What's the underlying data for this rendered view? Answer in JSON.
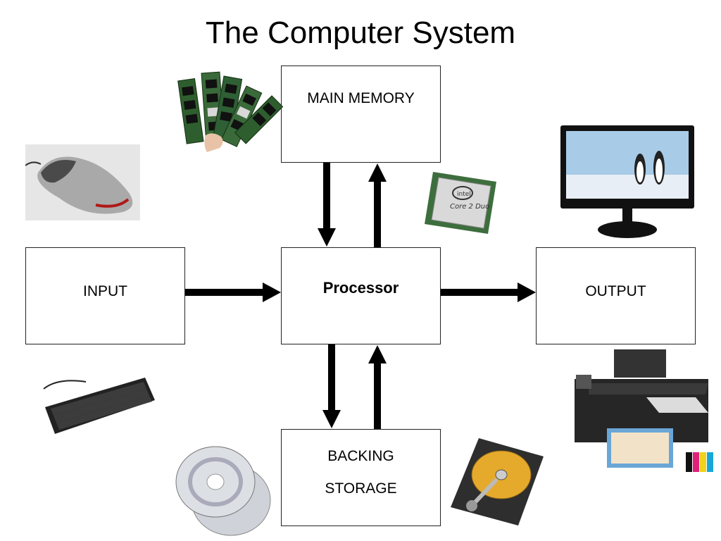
{
  "title": "The Computer System",
  "boxes": {
    "memory": "MAIN MEMORY",
    "input": "INPUT",
    "processor": "Processor",
    "output": "OUTPUT",
    "storage_line1": "BACKING",
    "storage_line2": "STORAGE"
  },
  "images": {
    "memory_modules": "ram-sticks-image",
    "mouse": "mouse-image",
    "cpu_chip": "cpu-chip-image",
    "monitor": "monitor-image",
    "keyboard": "keyboard-image",
    "discs": "cd-discs-image",
    "hard_drive": "hard-drive-image",
    "printer": "printer-image"
  },
  "colors": {
    "arrow": "#000000",
    "box_border": "#222222"
  }
}
